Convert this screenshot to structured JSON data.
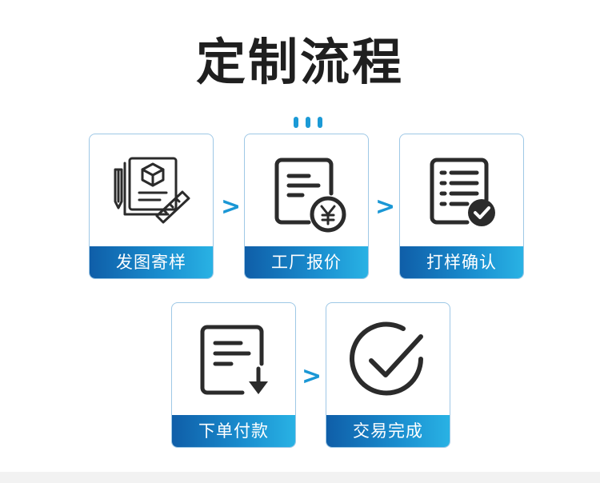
{
  "title": "定制流程",
  "arrow_glyph": ">",
  "steps": [
    {
      "label": "发图寄样",
      "icon": "drawing-ruler-icon"
    },
    {
      "label": "工厂报价",
      "icon": "quote-yen-icon"
    },
    {
      "label": "打样确认",
      "icon": "checklist-confirm-icon"
    },
    {
      "label": "下单付款",
      "icon": "document-download-icon"
    },
    {
      "label": "交易完成",
      "icon": "check-circle-icon"
    }
  ],
  "colors": {
    "accent": "#1a97d5",
    "label_start": "#0f5ea8",
    "label_end": "#29b2e4",
    "border": "#9ec8e6",
    "icon": "#2b2b2b"
  }
}
